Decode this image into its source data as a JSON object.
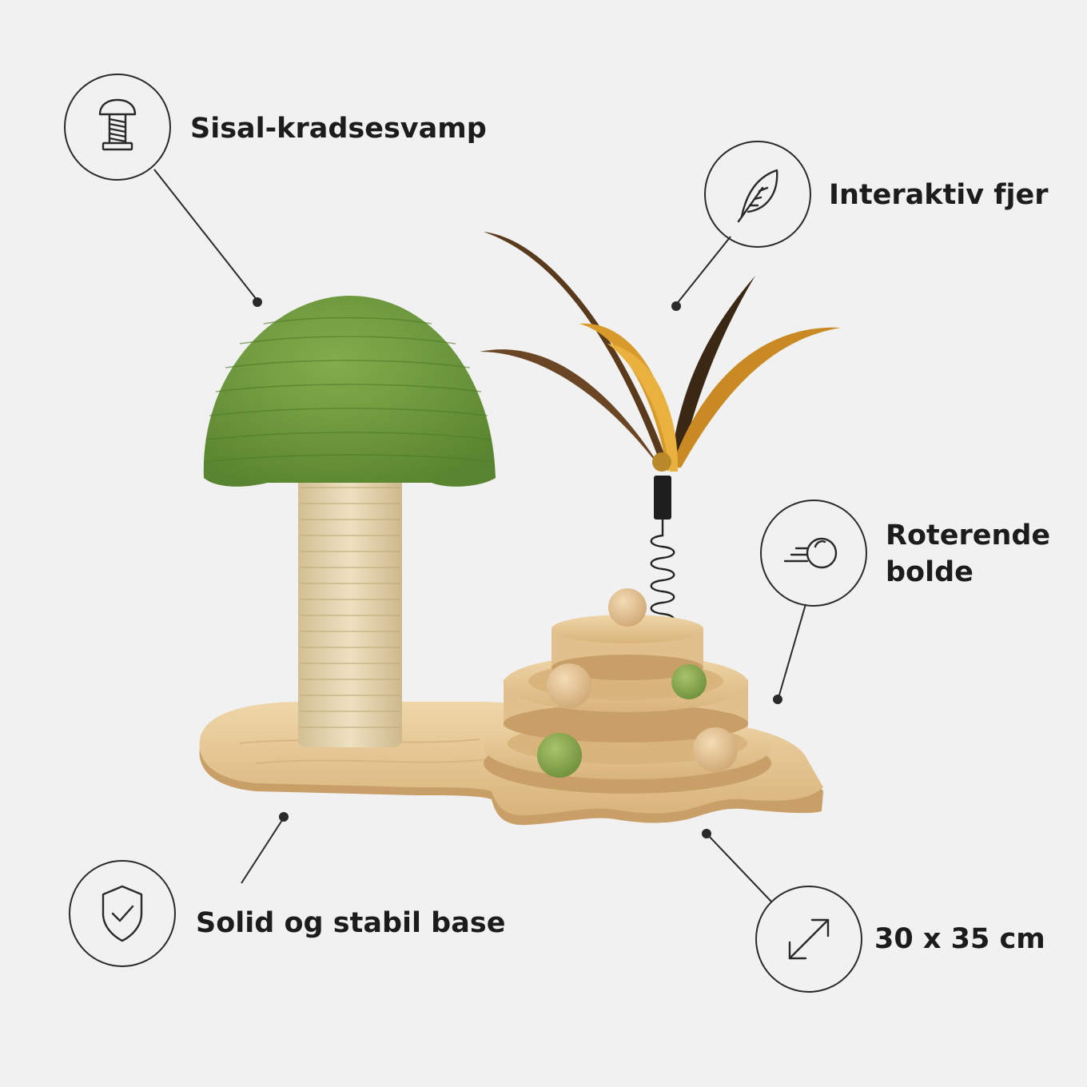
{
  "features": {
    "sisal": {
      "label": "Sisal-kradsesvamp",
      "icon": "sisal-post-icon"
    },
    "feather": {
      "label": "Interaktiv fjer",
      "icon": "feather-icon"
    },
    "balls": {
      "label_line1": "Roterende",
      "label_line2": "bolde",
      "icon": "rolling-ball-icon"
    },
    "base": {
      "label": "Solid og stabil base",
      "icon": "shield-check-icon"
    },
    "size": {
      "label": "30 x 35 cm",
      "icon": "diagonal-arrow-icon"
    }
  },
  "colors": {
    "background": "#f1f1f1",
    "ink": "#1c1c1c",
    "sisal_green": "#6e9a3c",
    "sisal_natural": "#e3d3ad",
    "wood": "#e6c996",
    "feather_gold": "#d79a2b",
    "feather_brown": "#5a3a1c"
  }
}
